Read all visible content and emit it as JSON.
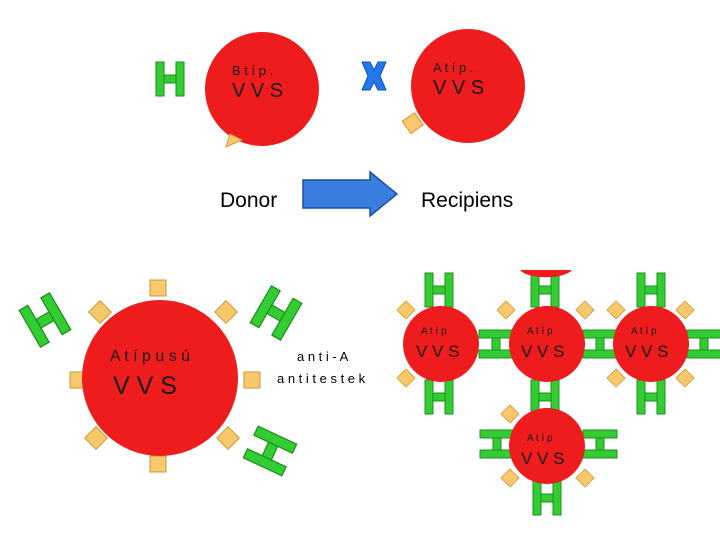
{
  "colors": {
    "cell_red": "#ee1c1c",
    "antigen_tan": "#f8c86a",
    "antibody_green": "#33cc33",
    "antibody_blue": "#2277ee",
    "arrow_blue": "#3a7fe0",
    "label_dark": "#1a1a1a"
  },
  "top": {
    "donor_cell": {
      "title": "B   t í p .",
      "vvs": "V V S",
      "antibody_icon": "green-h-antibody-icon"
    },
    "recipient_cell": {
      "title": "A   t í p .",
      "vvs": "V V S",
      "antibody_icon": "blue-antibody-icon"
    },
    "donor_label": "Donor",
    "recipient_label": "Recipiens"
  },
  "bottom_left": {
    "cell_title": "A  t í p u s ú",
    "cell_vvs": "V V S",
    "antibody_line1": "a n t i - A",
    "antibody_line2": "a n t i t e s t e k"
  },
  "agglutination": {
    "cells": [
      {
        "title": "A   t í p",
        "vvs": "V V S"
      },
      {
        "title": "A   t í p",
        "vvs": "V V S"
      },
      {
        "title": "A   t í p",
        "vvs": "V V S"
      },
      {
        "title": "A   t í p",
        "vvs": "V V S"
      }
    ]
  }
}
